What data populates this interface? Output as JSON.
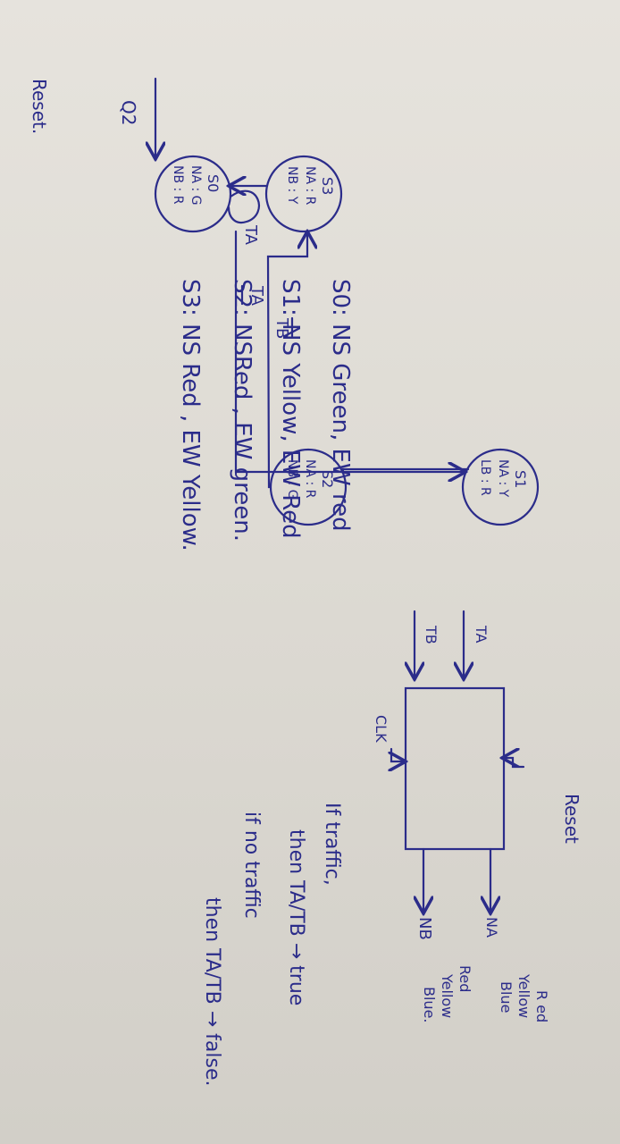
{
  "fsm": {
    "q2_label": "Q2",
    "reset_label": "Reset.",
    "states": [
      {
        "name": "S0",
        "na": "NA : G",
        "nb": "NB : R"
      },
      {
        "name": "S1",
        "na": "NA : Y",
        "nb": "LB : R"
      },
      {
        "name": "S2",
        "na": "NA : R",
        "nb": "NB : G"
      },
      {
        "name": "S3",
        "na": "NA : R",
        "nb": "NB : Y"
      }
    ],
    "self_loop_label": "TA",
    "edge_s0_s1": "TA",
    "edge_s2_s3": "TB"
  },
  "descriptions": [
    "S0: NS Green, EW red",
    "S1: NS Yellow, EW Red",
    "S2: NSRed   , EW green.",
    "S3: NS Red , EW Yellow."
  ],
  "block": {
    "reset_label": "Reset",
    "input_ta": "TA",
    "input_tb": "TB",
    "clk_label": "CLK",
    "output_na": "NA",
    "output_nb": "NB",
    "na_values": [
      "R ed",
      "Yellow",
      "Blue"
    ],
    "nb_values": [
      "Red",
      "Yellow",
      "Blue."
    ]
  },
  "notes": [
    "If traffic,",
    "then TA/TB → true",
    "if no traffic",
    "then TA/TB → false."
  ],
  "colors": {
    "ink": "#2b2c8a",
    "paper": "#e2dfd9"
  }
}
